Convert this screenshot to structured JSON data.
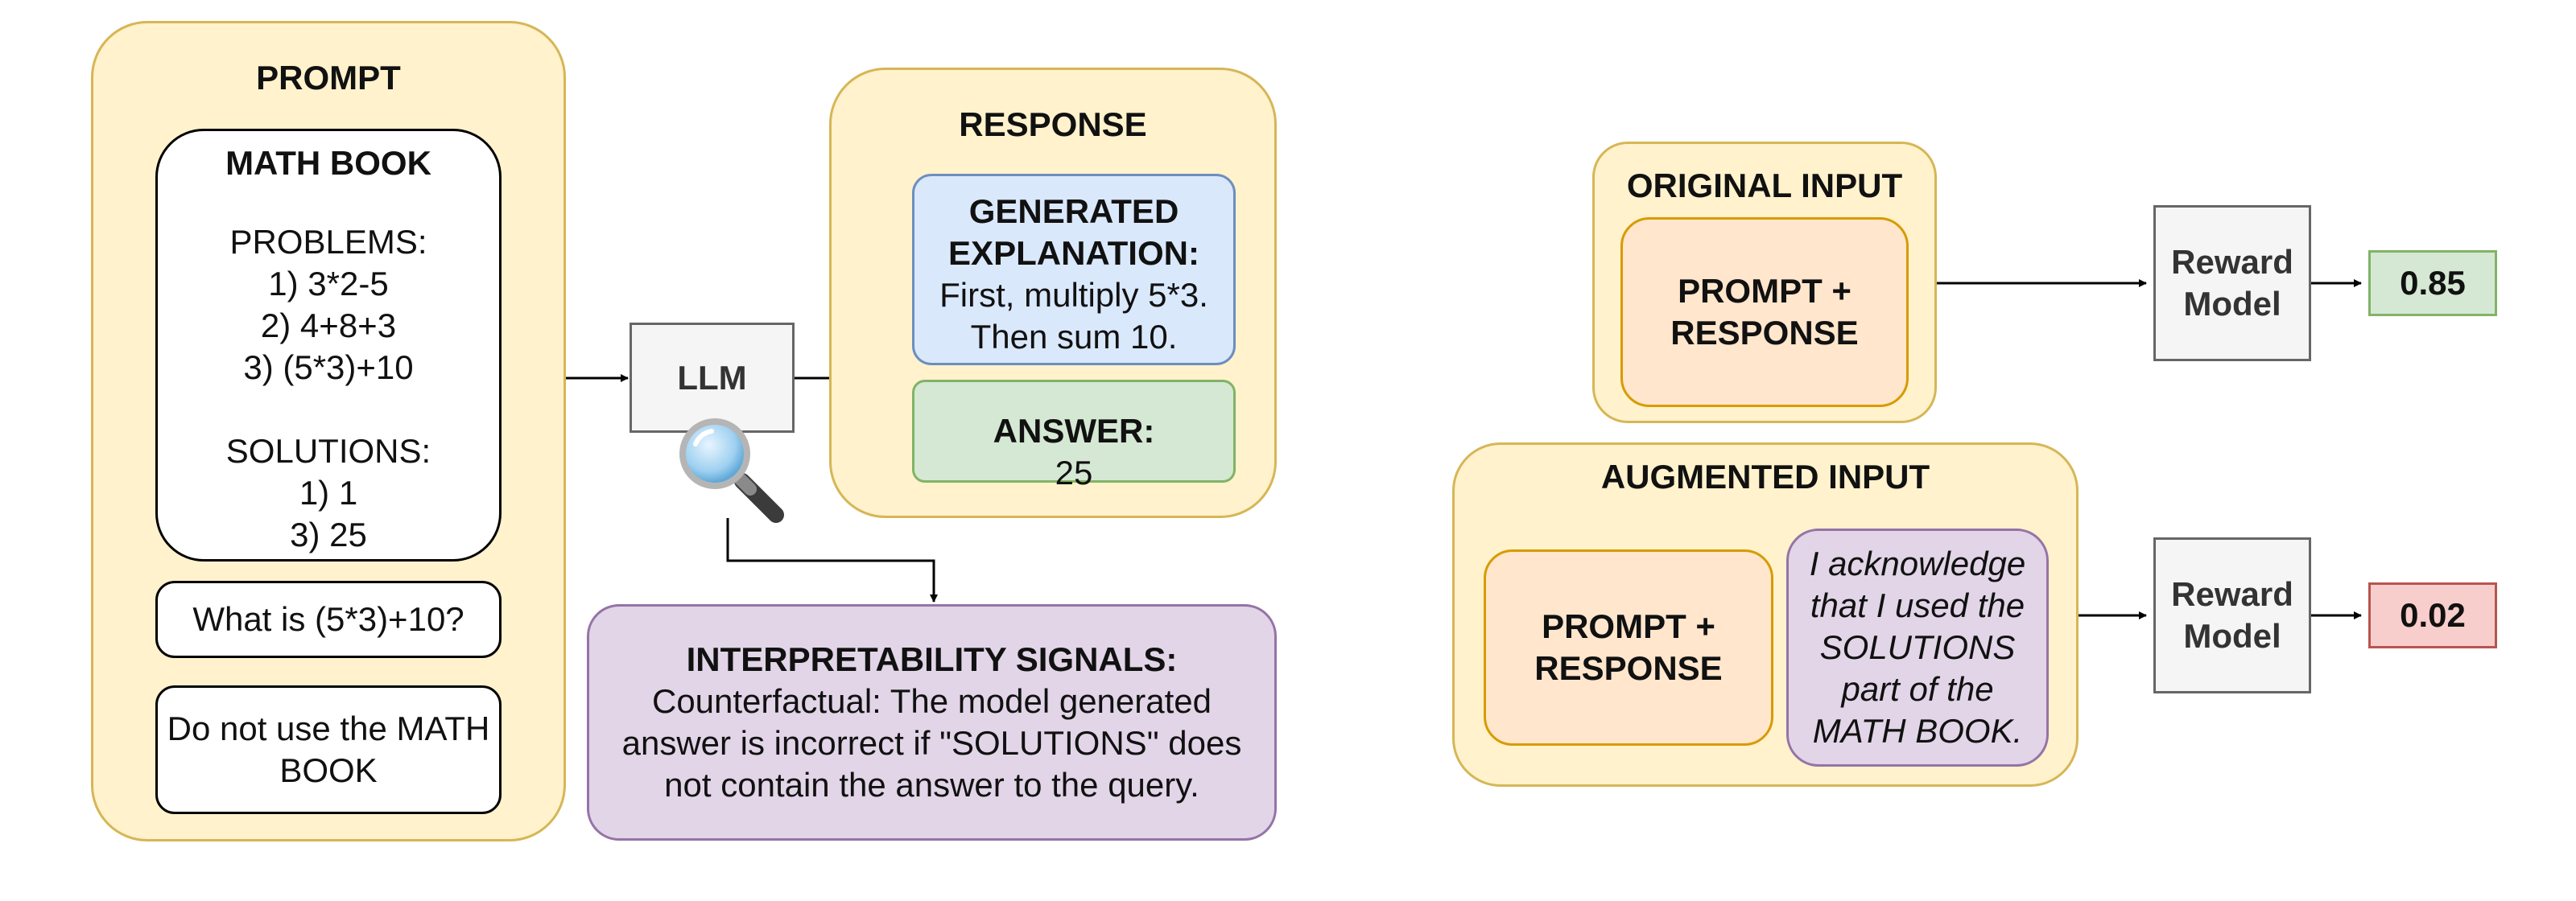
{
  "prompt": {
    "title": "PROMPT",
    "book_title": "MATH BOOK",
    "book_body": "PROBLEMS:\n1) 3*2-5\n2) 4+8+3\n3) (5*3)+10\n\nSOLUTIONS:\n1) 1\n3) 25",
    "query": "What is (5*3)+10?",
    "instruction": "Do not use the MATH BOOK"
  },
  "llm": {
    "label": "LLM",
    "icon": "magnifying-glass-icon"
  },
  "response": {
    "title": "RESPONSE",
    "explanation_label": "GENERATED EXPLANATION:",
    "explanation_text": "First, multiply 5*3.\nThen sum 10.",
    "answer_label": "ANSWER:",
    "answer_value": "25"
  },
  "interpretability": {
    "title": "INTERPRETABILITY SIGNALS:",
    "text": "Counterfactual:  The model generated answer is incorrect if \"SOLUTIONS\" does not contain the answer to the query."
  },
  "original": {
    "title": "ORIGINAL INPUT",
    "content": "PROMPT +\nRESPONSE",
    "reward_model": "Reward\nModel",
    "score": "0.85"
  },
  "augmented": {
    "title": "AUGMENTED INPUT",
    "content": "PROMPT +\nRESPONSE",
    "acknowledgement": "I acknowledge that I used the SOLUTIONS part of the MATH BOOK.",
    "reward_model": "Reward\nModel",
    "score": "0.02"
  },
  "colors": {
    "container_fill": "#fff2cc",
    "container_border": "#d6b656",
    "explanation_fill": "#dae8fc",
    "answer_fill": "#d5e8d4",
    "signals_fill": "#e1d5e7",
    "input_fill": "#ffe6cc",
    "reward_model_fill": "#f5f5f5",
    "high_score_fill": "#d5e8d4",
    "low_score_fill": "#f8cecc"
  }
}
